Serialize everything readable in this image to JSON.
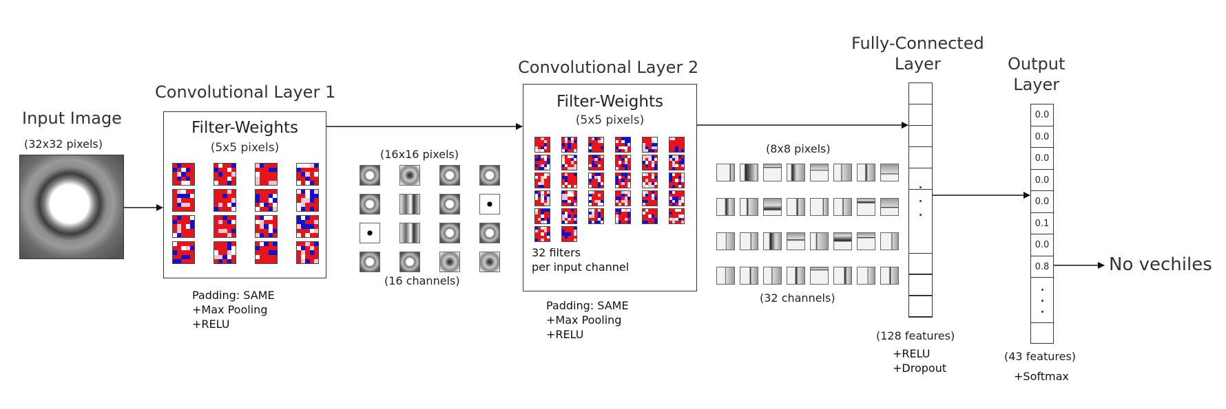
{
  "input": {
    "title": "Input Image",
    "size": "(32x32 pixels)"
  },
  "conv1": {
    "title": "Convolutional Layer 1",
    "filter_title": "Filter-Weights",
    "filter_size": "(5x5 pixels)",
    "notes": "Padding: SAME\n+Max Pooling\n+RELU"
  },
  "maps1": {
    "size": "(16x16 pixels)",
    "channels": "(16 channels)"
  },
  "conv2": {
    "title": "Convolutional Layer 2",
    "filter_title": "Filter-Weights",
    "filter_size": "(5x5 pixels)",
    "filter_count": "32 filters\nper input channel",
    "notes": "Padding: SAME\n+Max Pooling\n+RELU"
  },
  "maps2": {
    "size": "(8x8 pixels)",
    "channels": "(32 channels)"
  },
  "fc": {
    "title": "Fully-Connected\nLayer",
    "features": "(128 features)",
    "notes": "+RELU\n+Dropout"
  },
  "output": {
    "title": "Output\nLayer",
    "values": [
      "0.0",
      "0.0",
      "0.0",
      "0.0",
      "0.0",
      "0.1",
      "0.0",
      "0.8"
    ],
    "features": "(43 features)",
    "notes": "+Softmax",
    "prediction": "No vechiles"
  },
  "colors": {
    "filter_red": "#e8141c",
    "filter_blue": "#1010d0",
    "filter_light": "#f0c8d0",
    "line": "#111111"
  }
}
